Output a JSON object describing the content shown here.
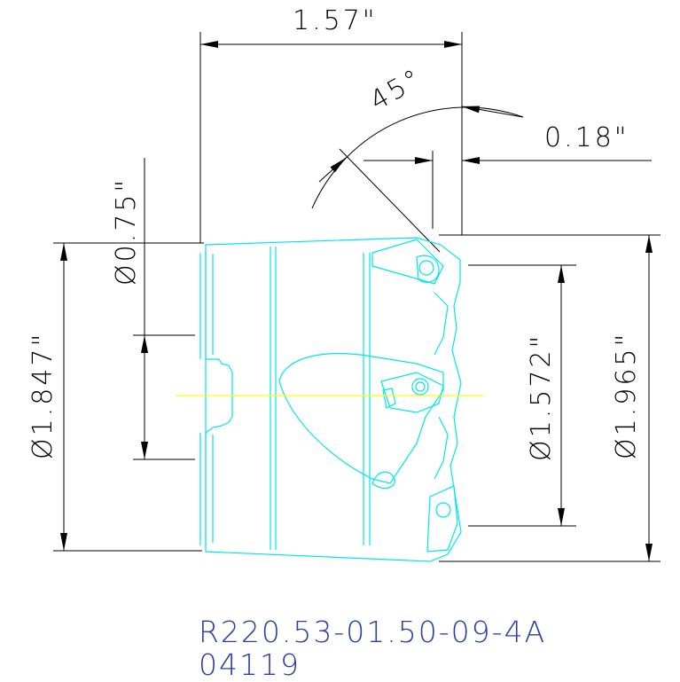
{
  "drawing": {
    "dimensions": {
      "overall_length": "1.57\"",
      "shank_diameter": "Ø0.75\"",
      "body_diameter": "Ø1.847\"",
      "angle": "45°",
      "insert_offset": "0.18\"",
      "inner_diameter": "Ø1.572\"",
      "cutting_diameter": "Ø1.965\""
    },
    "part_number": "R220.53-01.50-09-4A",
    "drawing_number": "04119",
    "colors": {
      "dimension_lines": "#000000",
      "part_outline": "#00e5ee",
      "centerline": "#ffff00",
      "label_text": "#2b3ea8",
      "background": "#ffffff"
    }
  }
}
